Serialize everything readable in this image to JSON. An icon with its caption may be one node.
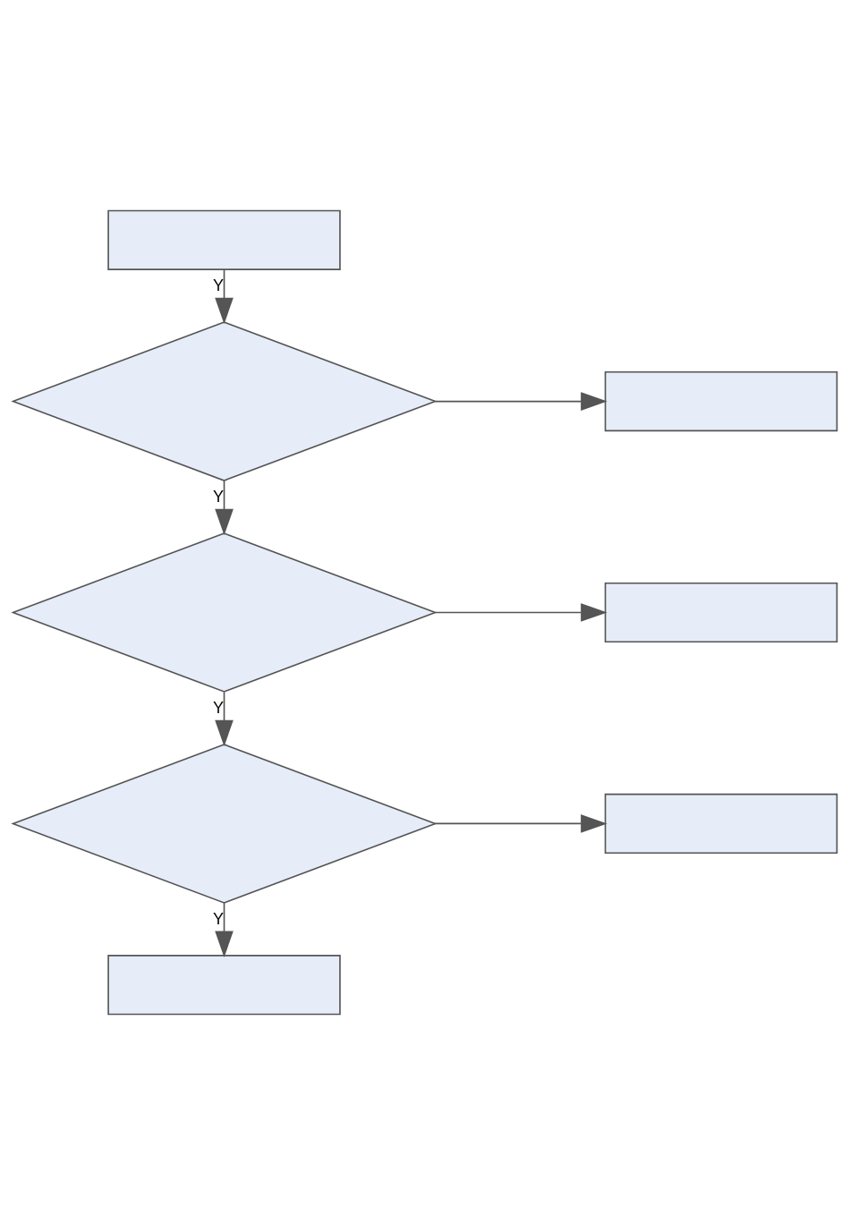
{
  "diagram": {
    "nodes": [
      {
        "text": [],
        "shape": "box"
      },
      {
        "text": [],
        "shape": "diamond"
      },
      {
        "text": [],
        "shape": "box"
      },
      {
        "text": [],
        "shape": "diamond"
      },
      {
        "text": [],
        "shape": "box"
      },
      {
        "text": [],
        "shape": "diamond"
      },
      {
        "text": [],
        "shape": "box"
      },
      {
        "text": [],
        "shape": "box"
      }
    ],
    "edges": [
      {
        "from": 0,
        "to": 1,
        "arrow": "to",
        "label": "Y"
      },
      {
        "from": 1,
        "to": 2,
        "arrow": "to"
      },
      {
        "from": 1,
        "to": 3,
        "arrow": "to",
        "label": "Y"
      },
      {
        "from": 3,
        "to": 4,
        "arrow": "to"
      },
      {
        "from": 3,
        "to": 5,
        "arrow": "to",
        "label": "Y"
      },
      {
        "from": 5,
        "to": 6,
        "arrow": "to"
      },
      {
        "from": 5,
        "to": 7,
        "arrow": "to",
        "label": "Y"
      }
    ]
  }
}
